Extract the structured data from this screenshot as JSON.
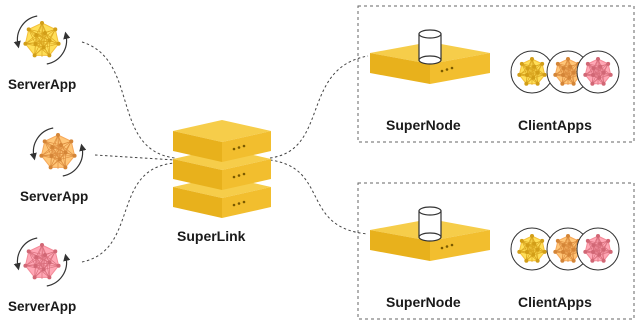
{
  "server_apps": [
    {
      "label": "ServerApp",
      "color": "#F5C13B"
    },
    {
      "label": "ServerApp",
      "color": "#F7A85A"
    },
    {
      "label": "ServerApp",
      "color": "#F48A98"
    }
  ],
  "superlink": {
    "label": "SuperLink",
    "color": "#F5C13B"
  },
  "nodes": [
    {
      "supernode_label": "SuperNode",
      "clientapps_label": "ClientApps"
    },
    {
      "supernode_label": "SuperNode",
      "clientapps_label": "ClientApps"
    }
  ],
  "client_app_colors": [
    "#F5C13B",
    "#F7A85A",
    "#F48A98"
  ],
  "colors": {
    "box_border": "#666666",
    "line": "#444444",
    "server_top": "#F6CD4A",
    "server_side": "#E8B11C"
  }
}
